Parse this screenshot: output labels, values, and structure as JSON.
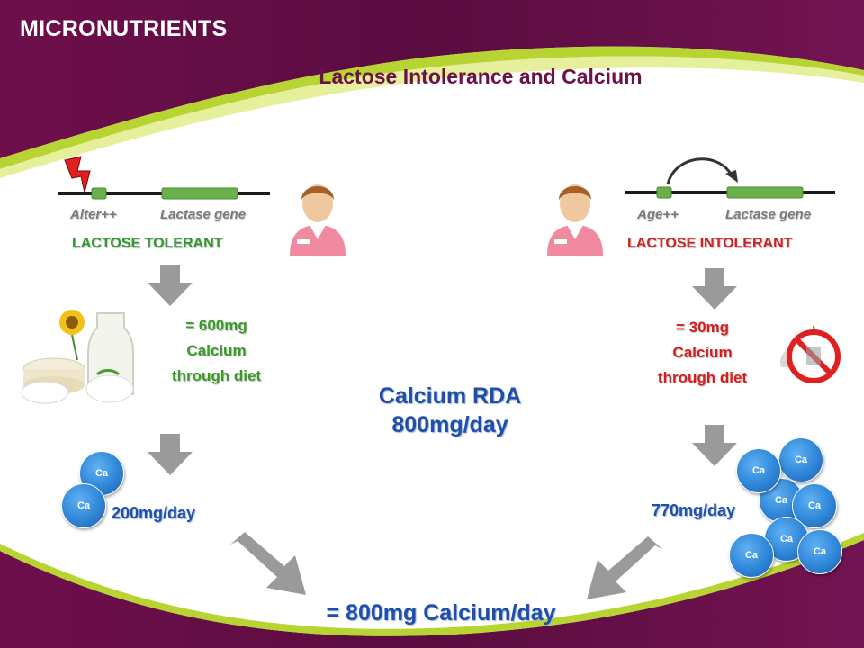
{
  "header": {
    "title": "MICRONUTRIENTS"
  },
  "slide_title": "Lactose Intolerance and Calcium",
  "left": {
    "promoter_label": "Alter++",
    "gene_label": "Lactase gene",
    "status": "LACTOSE TOLERANT",
    "diet_line1": "= 600mg",
    "diet_line2": "Calcium",
    "diet_line3": "through diet",
    "amount": "200mg/day",
    "ca_labels": [
      "Ca",
      "Ca"
    ]
  },
  "right": {
    "promoter_label": "Age++",
    "gene_label": "Lactase gene",
    "status": "LACTOSE INTOLERANT",
    "diet_line1": "= 30mg",
    "diet_line2": "Calcium",
    "diet_line3": "through diet",
    "amount": "770mg/day",
    "ca_labels": [
      "Ca",
      "Ca",
      "Ca",
      "Ca",
      "Ca",
      "Ca",
      "Ca"
    ]
  },
  "center": {
    "rda_line1": "Calcium RDA",
    "rda_line2": "800mg/day"
  },
  "total": "= 800mg Calcium/day",
  "colors": {
    "header_purple": "#6b1248",
    "accent_green": "#b8d432",
    "tolerant_green": "#2e9a2e",
    "intolerant_red": "#d41f1f",
    "calcium_blue": "#1f4fa8"
  }
}
